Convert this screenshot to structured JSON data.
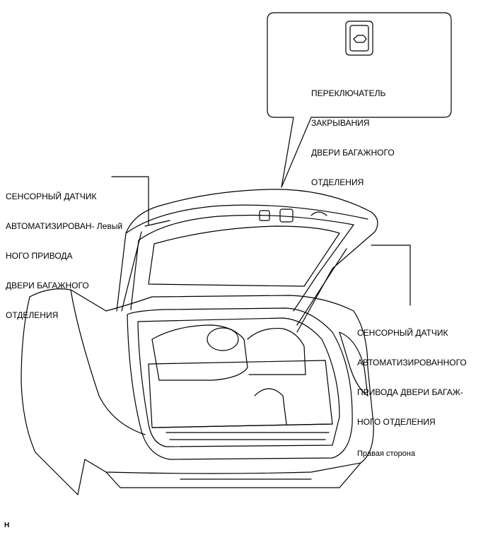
{
  "callouts": {
    "switch": {
      "lines": [
        "ПЕРЕКЛЮЧАТЕЛЬ",
        "ЗАКРЫВАНИЯ",
        "ДВЕРИ БАГАЖНОГО",
        "ОТДЕЛЕНИЯ"
      ]
    },
    "left_sensor": {
      "lines": [
        "СЕНСОРНЫЙ ДАТЧИК",
        "АВТОМАТИЗИРОВАН- Левый",
        "НОГО ПРИВОДА",
        "ДВЕРИ БАГАЖНОГО",
        "ОТДЕЛЕНИЯ"
      ]
    },
    "right_sensor": {
      "lines": [
        "СЕНСОРНЫЙ ДАТЧИК",
        "АВТОМАТИЗИРОВАННОГО",
        "ПРИВОДА ДВЕРИ БАГАЖ-",
        "НОГО ОТДЕЛЕНИЯ"
      ],
      "side": "Правая сторона"
    }
  },
  "footer_code": "H"
}
